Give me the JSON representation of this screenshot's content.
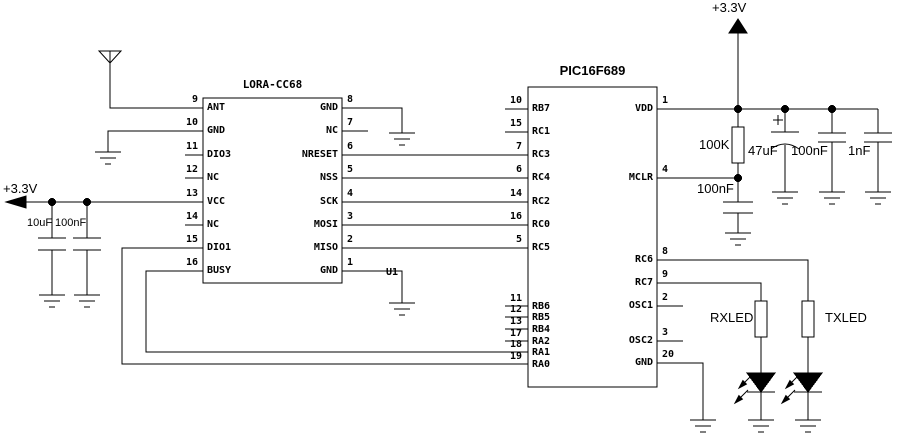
{
  "lora": {
    "title": "LORA-CC68",
    "designator": "U1",
    "left_pins": [
      {
        "num": "9",
        "name": "ANT"
      },
      {
        "num": "10",
        "name": "GND"
      },
      {
        "num": "11",
        "name": "DIO3"
      },
      {
        "num": "12",
        "name": "NC"
      },
      {
        "num": "13",
        "name": "VCC"
      },
      {
        "num": "14",
        "name": "NC"
      },
      {
        "num": "15",
        "name": "DIO1"
      },
      {
        "num": "16",
        "name": "BUSY"
      }
    ],
    "right_pins": [
      {
        "num": "8",
        "name": "GND"
      },
      {
        "num": "7",
        "name": "NC"
      },
      {
        "num": "6",
        "name": "NRESET"
      },
      {
        "num": "5",
        "name": "NSS"
      },
      {
        "num": "4",
        "name": "SCK"
      },
      {
        "num": "3",
        "name": "MOSI"
      },
      {
        "num": "2",
        "name": "MISO"
      },
      {
        "num": "1",
        "name": "GND"
      }
    ]
  },
  "pic": {
    "title": "PIC16F689",
    "left_pins": [
      {
        "num": "10",
        "name": "RB7"
      },
      {
        "num": "15",
        "name": "RC1"
      },
      {
        "num": "7",
        "name": "RC3"
      },
      {
        "num": "6",
        "name": "RC4"
      },
      {
        "num": "14",
        "name": "RC2"
      },
      {
        "num": "16",
        "name": "RC0"
      },
      {
        "num": "5",
        "name": "RC5"
      },
      {
        "num": "11",
        "name": "RB6"
      },
      {
        "num": "12",
        "name": "RB5"
      },
      {
        "num": "13",
        "name": "RB4"
      },
      {
        "num": "17",
        "name": "RA2"
      },
      {
        "num": "18",
        "name": "RA1"
      },
      {
        "num": "19",
        "name": "RA0"
      }
    ],
    "right_pins": [
      {
        "num": "1",
        "name": "VDD"
      },
      {
        "num": "4",
        "name": "MCLR"
      },
      {
        "num": "8",
        "name": "RC6"
      },
      {
        "num": "9",
        "name": "RC7"
      },
      {
        "num": "2",
        "name": "OSC1"
      },
      {
        "num": "3",
        "name": "OSC2"
      },
      {
        "num": "20",
        "name": "GND"
      }
    ]
  },
  "power": {
    "left_rail_label": "+3.3V",
    "right_rail_label": "+3.3V"
  },
  "components": {
    "lora_bulk_cap": "10uF",
    "lora_bypass_cap": "100nF",
    "mclr_pullup_resistor": "100K",
    "mclr_cap": "100nF",
    "vdd_bulk_cap": "47uF",
    "vdd_bypass_cap": "100nF",
    "vdd_filter_cap": "1nF",
    "rx_led_resistor": "RXLED",
    "tx_led_resistor": "TXLED"
  }
}
